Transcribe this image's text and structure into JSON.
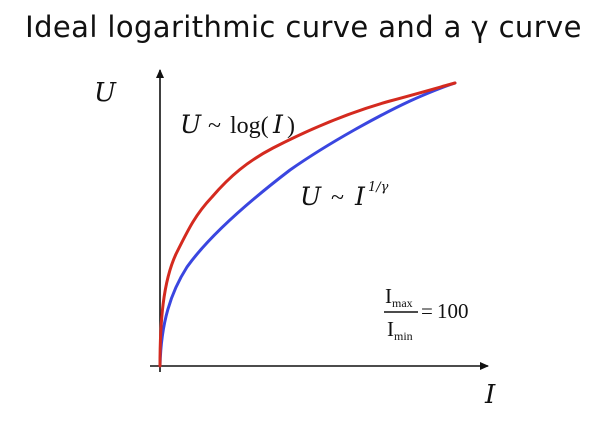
{
  "title": "Ideal logarithmic curve and a γ curve",
  "axes": {
    "y_label": "U",
    "x_label": "I"
  },
  "curves": {
    "log": {
      "label_lhs": "U",
      "label_op": "~",
      "label_rhs": "log(",
      "label_var": "I",
      "label_close": ")",
      "color": "#d42a1f"
    },
    "gamma": {
      "label_lhs": "U",
      "label_op": "~",
      "label_base": "I",
      "label_exponent": "1/γ",
      "color": "#3a46e0"
    }
  },
  "ratio": {
    "numerator": "I",
    "numerator_sub": "max",
    "denominator": "I",
    "denominator_sub": "min",
    "equals": "=",
    "value": "100"
  }
}
